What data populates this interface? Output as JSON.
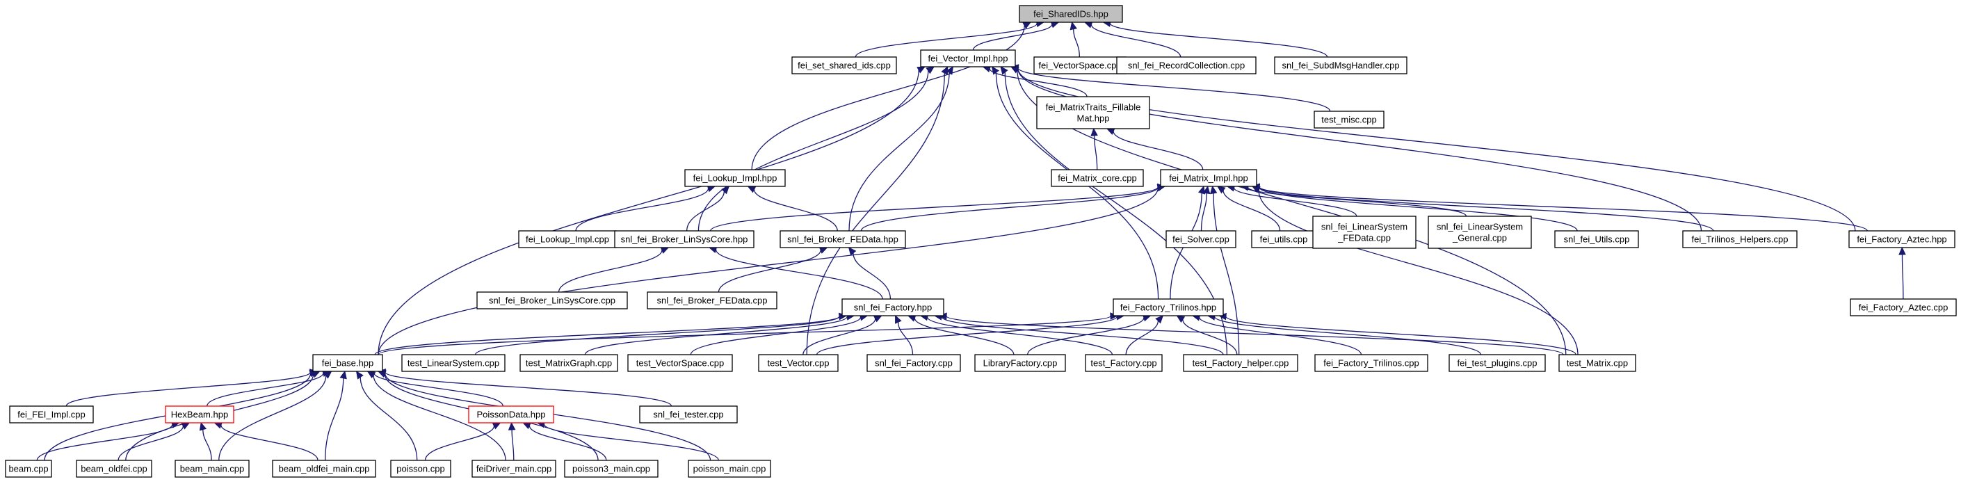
{
  "graph": {
    "title": "",
    "nodes": [
      {
        "id": "sharedids",
        "label": "fei_SharedIDs.hpp",
        "style": "root"
      },
      {
        "id": "set_shared",
        "label": "fei_set_shared_ids.cpp"
      },
      {
        "id": "vector_impl",
        "label": "fei_Vector_Impl.hpp"
      },
      {
        "id": "vectorspace",
        "label": "fei_VectorSpace.cpp"
      },
      {
        "id": "recordcoll",
        "label": "snl_fei_RecordCollection.cpp"
      },
      {
        "id": "subdmsg",
        "label": "snl_fei_SubdMsgHandler.cpp"
      },
      {
        "id": "mattraits",
        "label": [
          "fei_MatrixTraits_Fillable",
          "Mat.hpp"
        ]
      },
      {
        "id": "test_misc",
        "label": "test_misc.cpp"
      },
      {
        "id": "lookup_impl_hpp",
        "label": "fei_Lookup_Impl.hpp"
      },
      {
        "id": "matrix_core",
        "label": "fei_Matrix_core.cpp"
      },
      {
        "id": "matrix_impl",
        "label": "fei_Matrix_Impl.hpp"
      },
      {
        "id": "lookup_impl_cpp",
        "label": "fei_Lookup_Impl.cpp"
      },
      {
        "id": "broker_lsc",
        "label": "snl_fei_Broker_LinSysCore.hpp"
      },
      {
        "id": "broker_fed",
        "label": "snl_fei_Broker_FEData.hpp"
      },
      {
        "id": "solver",
        "label": "fei_Solver.cpp"
      },
      {
        "id": "utils",
        "label": "fei_utils.cpp"
      },
      {
        "id": "ls_fedata",
        "label": [
          "snl_fei_LinearSystem",
          "_FEData.cpp"
        ]
      },
      {
        "id": "ls_general",
        "label": [
          "snl_fei_LinearSystem",
          "_General.cpp"
        ]
      },
      {
        "id": "snl_utils",
        "label": "snl_fei_Utils.cpp"
      },
      {
        "id": "tril_helpers",
        "label": "fei_Trilinos_Helpers.cpp"
      },
      {
        "id": "factory_aztec",
        "label": "fei_Factory_Aztec.hpp"
      },
      {
        "id": "broker_lsc_cpp",
        "label": "snl_fei_Broker_LinSysCore.cpp"
      },
      {
        "id": "broker_fed_cpp",
        "label": "snl_fei_Broker_FEData.cpp"
      },
      {
        "id": "snl_factory",
        "label": "snl_fei_Factory.hpp"
      },
      {
        "id": "factory_tril",
        "label": "fei_Factory_Trilinos.hpp"
      },
      {
        "id": "factory_aztec_cpp",
        "label": "fei_Factory_Aztec.cpp"
      },
      {
        "id": "fei_base",
        "label": "fei_base.hpp"
      },
      {
        "id": "test_ls",
        "label": "test_LinearSystem.cpp"
      },
      {
        "id": "test_mg",
        "label": "test_MatrixGraph.cpp"
      },
      {
        "id": "test_vs",
        "label": "test_VectorSpace.cpp"
      },
      {
        "id": "test_vec",
        "label": "test_Vector.cpp"
      },
      {
        "id": "snl_factory_cpp",
        "label": "snl_fei_Factory.cpp"
      },
      {
        "id": "libfactory",
        "label": "LibraryFactory.cpp"
      },
      {
        "id": "test_factory",
        "label": "test_Factory.cpp"
      },
      {
        "id": "test_fh",
        "label": "test_Factory_helper.cpp"
      },
      {
        "id": "factory_tril_cpp",
        "label": "fei_Factory_Trilinos.cpp"
      },
      {
        "id": "test_plugins",
        "label": "fei_test_plugins.cpp"
      },
      {
        "id": "test_matrix",
        "label": "test_Matrix.cpp"
      },
      {
        "id": "fei_impl",
        "label": "fei_FEI_Impl.cpp"
      },
      {
        "id": "hexbeam",
        "label": "HexBeam.hpp",
        "style": "red"
      },
      {
        "id": "poissondata",
        "label": "PoissonData.hpp",
        "style": "red"
      },
      {
        "id": "snl_tester",
        "label": "snl_fei_tester.cpp"
      },
      {
        "id": "beam",
        "label": "beam.cpp"
      },
      {
        "id": "beam_oldfei",
        "label": "beam_oldfei.cpp"
      },
      {
        "id": "beam_main",
        "label": "beam_main.cpp"
      },
      {
        "id": "beam_oldfei_main",
        "label": "beam_oldfei_main.cpp"
      },
      {
        "id": "poisson",
        "label": "poisson.cpp"
      },
      {
        "id": "feidriver",
        "label": "feiDriver_main.cpp"
      },
      {
        "id": "poisson3",
        "label": "poisson3_main.cpp"
      },
      {
        "id": "poisson_main",
        "label": "poisson_main.cpp"
      }
    ],
    "edges": [
      [
        "set_shared",
        "sharedids"
      ],
      [
        "vector_impl",
        "sharedids"
      ],
      [
        "vectorspace",
        "sharedids"
      ],
      [
        "recordcoll",
        "sharedids"
      ],
      [
        "subdmsg",
        "sharedids"
      ],
      [
        "lookup_impl_hpp",
        "sharedids"
      ],
      [
        "mattraits",
        "vector_impl"
      ],
      [
        "test_misc",
        "vector_impl"
      ],
      [
        "fei_base",
        "vector_impl"
      ],
      [
        "broker_lsc",
        "vector_impl"
      ],
      [
        "broker_fed",
        "vector_impl"
      ],
      [
        "factory_tril",
        "vector_impl"
      ],
      [
        "tril_helpers",
        "vector_impl"
      ],
      [
        "factory_aztec",
        "vector_impl"
      ],
      [
        "test_vec",
        "vector_impl"
      ],
      [
        "test_matrix",
        "vector_impl"
      ],
      [
        "test_fh",
        "vector_impl"
      ],
      [
        "matrix_core",
        "mattraits"
      ],
      [
        "matrix_impl",
        "mattraits"
      ],
      [
        "lookup_impl_cpp",
        "lookup_impl_hpp"
      ],
      [
        "broker_lsc",
        "lookup_impl_hpp"
      ],
      [
        "broker_fed",
        "lookup_impl_hpp"
      ],
      [
        "broker_lsc",
        "matrix_impl"
      ],
      [
        "broker_fed",
        "matrix_impl"
      ],
      [
        "solver",
        "matrix_impl"
      ],
      [
        "utils",
        "matrix_impl"
      ],
      [
        "ls_fedata",
        "matrix_impl"
      ],
      [
        "ls_general",
        "matrix_impl"
      ],
      [
        "snl_utils",
        "matrix_impl"
      ],
      [
        "tril_helpers",
        "matrix_impl"
      ],
      [
        "factory_aztec",
        "matrix_impl"
      ],
      [
        "factory_tril",
        "matrix_impl"
      ],
      [
        "fei_base",
        "matrix_impl"
      ],
      [
        "test_fh",
        "matrix_impl"
      ],
      [
        "test_matrix",
        "matrix_impl"
      ],
      [
        "broker_lsc_cpp",
        "broker_lsc"
      ],
      [
        "snl_factory",
        "broker_lsc"
      ],
      [
        "broker_fed_cpp",
        "broker_fed"
      ],
      [
        "snl_factory",
        "broker_fed"
      ],
      [
        "factory_aztec_cpp",
        "factory_aztec"
      ],
      [
        "fei_base",
        "snl_factory"
      ],
      [
        "test_ls",
        "snl_factory"
      ],
      [
        "test_mg",
        "snl_factory"
      ],
      [
        "test_vs",
        "snl_factory"
      ],
      [
        "test_vec",
        "snl_factory"
      ],
      [
        "snl_factory_cpp",
        "snl_factory"
      ],
      [
        "libfactory",
        "snl_factory"
      ],
      [
        "test_factory",
        "snl_factory"
      ],
      [
        "test_fh",
        "snl_factory"
      ],
      [
        "test_matrix",
        "snl_factory"
      ],
      [
        "fei_base",
        "factory_tril"
      ],
      [
        "test_vec",
        "factory_tril"
      ],
      [
        "libfactory",
        "factory_tril"
      ],
      [
        "test_factory",
        "factory_tril"
      ],
      [
        "test_fh",
        "factory_tril"
      ],
      [
        "factory_tril_cpp",
        "factory_tril"
      ],
      [
        "test_plugins",
        "factory_tril"
      ],
      [
        "test_matrix",
        "factory_tril"
      ],
      [
        "fei_impl",
        "fei_base"
      ],
      [
        "hexbeam",
        "fei_base"
      ],
      [
        "poissondata",
        "fei_base"
      ],
      [
        "snl_tester",
        "fei_base"
      ],
      [
        "beam",
        "fei_base"
      ],
      [
        "beam_oldfei",
        "fei_base"
      ],
      [
        "beam_main",
        "fei_base"
      ],
      [
        "beam_oldfei_main",
        "fei_base"
      ],
      [
        "poisson",
        "fei_base"
      ],
      [
        "feidriver",
        "fei_base"
      ],
      [
        "poisson3",
        "fei_base"
      ],
      [
        "poisson_main",
        "fei_base"
      ],
      [
        "beam",
        "hexbeam"
      ],
      [
        "beam_oldfei",
        "hexbeam"
      ],
      [
        "beam_main",
        "hexbeam"
      ],
      [
        "beam_oldfei_main",
        "hexbeam"
      ],
      [
        "poisson",
        "poissondata"
      ],
      [
        "feidriver",
        "poissondata"
      ],
      [
        "poisson3",
        "poissondata"
      ],
      [
        "poisson_main",
        "poissondata"
      ]
    ]
  }
}
